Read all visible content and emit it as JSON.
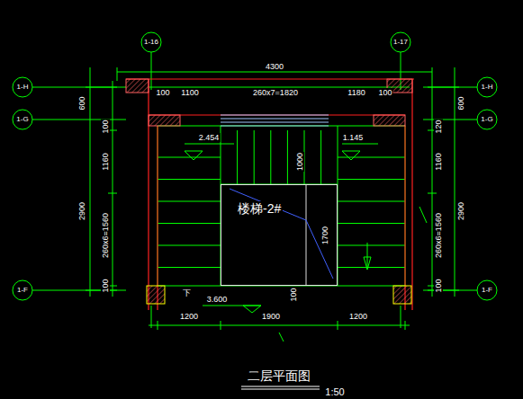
{
  "diagram": {
    "title": "二层平面图",
    "nodes": [
      {
        "text": [
          "楼梯-2#"
        ]
      }
    ],
    "labels": [
      "1-16",
      "1-17",
      "1-H",
      "1-G",
      "1-F",
      "1-H",
      "1-G",
      "1-F",
      "4300",
      "100",
      "1100",
      "260x7=1820",
      "1180",
      "100",
      "600",
      "100",
      "1160",
      "2900",
      "260x6=1560",
      "100",
      "600",
      "120",
      "1160",
      "2900",
      "260x6=1560",
      "100",
      "2.454",
      "1.145",
      "1000",
      "1700",
      "100",
      "下",
      "3.600",
      "1200",
      "1900",
      "1200",
      "1:50"
    ]
  }
}
